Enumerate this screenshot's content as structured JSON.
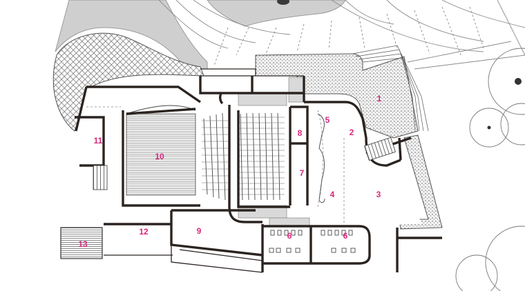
{
  "colors": {
    "label": "#d6287a",
    "wall": "#2b2420",
    "hatch": "#8a8a8a",
    "landscape": "#cfcfcf",
    "line": "#777777"
  },
  "rooms": [
    {
      "id": "r1",
      "label": "1"
    },
    {
      "id": "r2",
      "label": "2"
    },
    {
      "id": "r3",
      "label": "3"
    },
    {
      "id": "r4",
      "label": "4"
    },
    {
      "id": "r5",
      "label": "5"
    },
    {
      "id": "r6a",
      "label": "6"
    },
    {
      "id": "r6b",
      "label": "6"
    },
    {
      "id": "r7",
      "label": "7"
    },
    {
      "id": "r8",
      "label": "8"
    },
    {
      "id": "r9",
      "label": "9"
    },
    {
      "id": "r10",
      "label": "10"
    },
    {
      "id": "r11",
      "label": "11"
    },
    {
      "id": "r12",
      "label": "12"
    },
    {
      "id": "r13",
      "label": "13"
    }
  ]
}
